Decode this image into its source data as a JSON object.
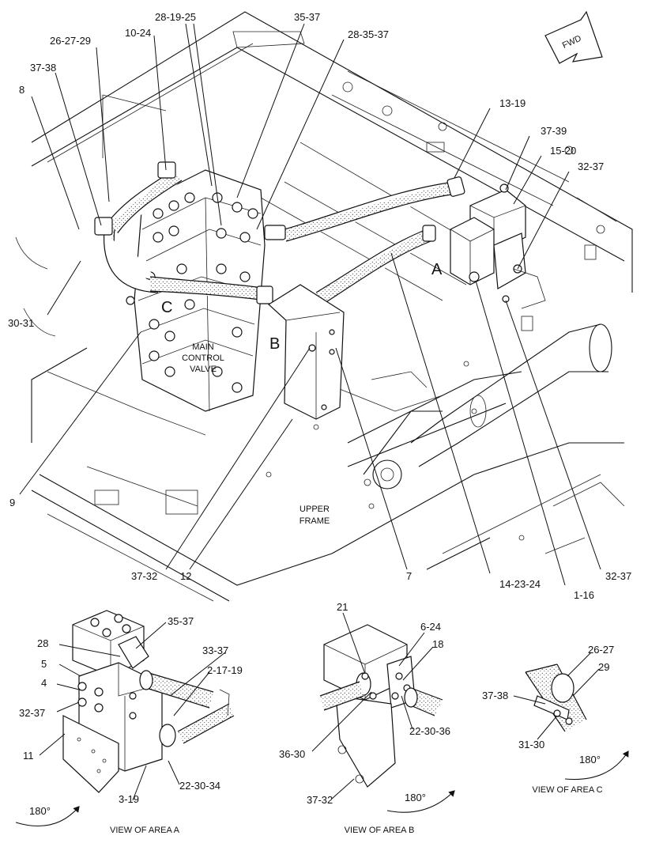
{
  "callouts": {
    "c_28_19_25": "28-19-25",
    "c_35_37_top": "35-37",
    "c_26_27_29": "26-27-29",
    "c_10_24": "10-24",
    "c_28_35_37": "28-35-37",
    "c_37_38_top": "37-38",
    "c_8": "8",
    "c_13_19": "13-19",
    "c_37_39": "37-39",
    "c_15_20": "15-20",
    "c_32_37_right": "32-37",
    "c_30_31": "30-31",
    "c_9": "9",
    "c_37_32_main": "37-32",
    "c_12": "12",
    "c_7": "7",
    "c_14_23_24": "14-23-24",
    "c_1_16": "1-16",
    "c_32_37_bottom": "32-37",
    "a_35_37": "35-37",
    "a_28": "28",
    "a_33_37": "33-37",
    "a_5": "5",
    "a_2_17_19": "2-17-19",
    "a_4": "4",
    "a_32_37": "32-37",
    "a_11": "11",
    "a_22_30_34": "22-30-34",
    "a_3_19": "3-19",
    "b_21": "21",
    "b_6_24": "6-24",
    "b_18": "18",
    "b_22_30_36": "22-30-36",
    "b_36_30": "36-30",
    "b_37_32": "37-32",
    "c_26_27": "26-27",
    "c_29": "29",
    "c_37_38": "37-38",
    "c_31_30": "31-30"
  },
  "labels": {
    "area_a": "A",
    "area_b": "B",
    "area_c": "C",
    "main_control_valve_1": "MAIN",
    "main_control_valve_2": "CONTROL",
    "main_control_valve_3": "VALVE",
    "upper_frame_1": "UPPER",
    "upper_frame_2": "FRAME",
    "fwd": "FWD"
  },
  "views": {
    "view_a": "VIEW OF AREA A",
    "view_b": "VIEW OF AREA B",
    "view_c": "VIEW OF AREA C",
    "rot_a": "180°",
    "rot_b": "180°",
    "rot_c": "180°"
  }
}
